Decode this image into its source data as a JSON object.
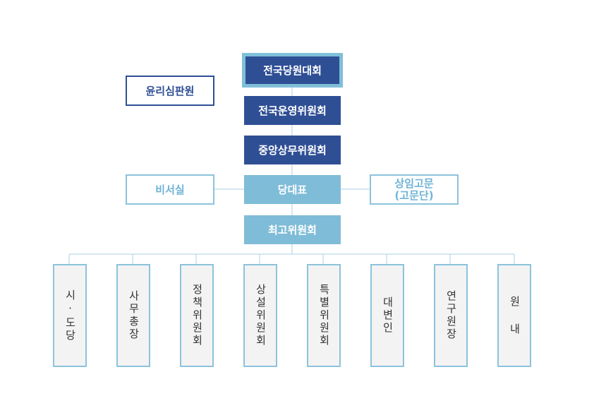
{
  "org": {
    "national_convention": "전국당원대회",
    "national_steering_committee": "전국운영위원회",
    "central_standing_committee": "중앙상무위원회",
    "party_leader": "당대표",
    "supreme_council": "최고위원회",
    "ethics_tribunal": "윤리심판원",
    "secretary_office": "비서실",
    "advisor_line1": "상임고문",
    "advisor_line2": "(고문단)"
  },
  "departments": [
    {
      "label": "시·도당"
    },
    {
      "label": "사무총장"
    },
    {
      "label": "정책위원회"
    },
    {
      "label": "상설위원회"
    },
    {
      "label": "특별위원회"
    },
    {
      "label": "대변인"
    },
    {
      "label": "연구원장"
    },
    {
      "label": "원 내"
    }
  ],
  "colors": {
    "dark_box": "#2f4f95",
    "light_box": "#7fbcd8",
    "outline_light": "#8cc3dc",
    "department_fill": "#f3f3f3",
    "connector": "#a9d2e4"
  }
}
